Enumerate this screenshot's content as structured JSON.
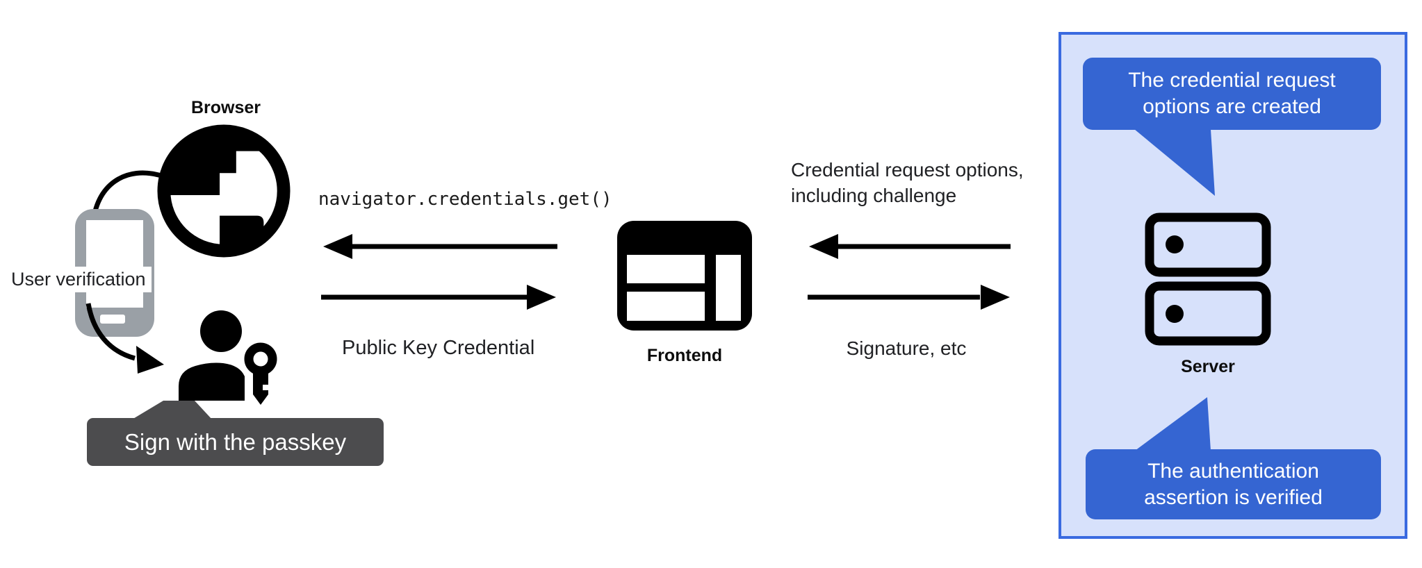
{
  "colors": {
    "panel_bg": "#d7e1fb",
    "panel_border": "#3a6ae0",
    "bubble_blue": "#3565d2",
    "bubble_gray": "#4c4c4e",
    "phone_gray": "#9aa0a6",
    "ink": "#202124"
  },
  "left": {
    "browser_label": "Browser",
    "user_verification_label": "User verification",
    "sign_bubble_label": "Sign with the passkey"
  },
  "middle": {
    "code_call": "navigator.credentials.get()",
    "return_label": "Public Key Credential",
    "frontend_label": "Frontend"
  },
  "right": {
    "request_lines": [
      "Credential request options,",
      "including challenge"
    ],
    "response_label": "Signature, etc",
    "server_label": "Server",
    "bubble_top_lines": [
      "The credential request",
      "options are created"
    ],
    "bubble_bottom_lines": [
      "The authentication",
      "assertion is verified"
    ]
  }
}
